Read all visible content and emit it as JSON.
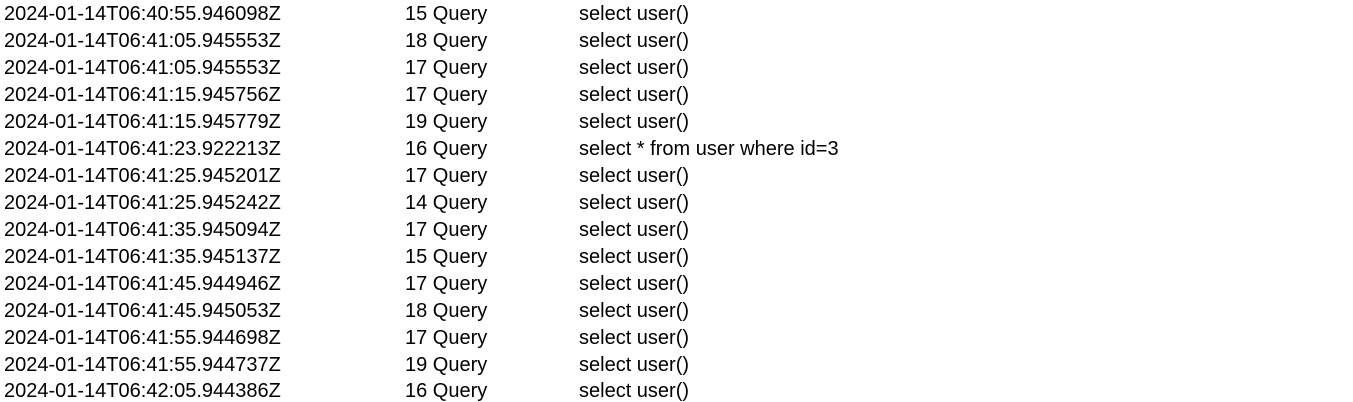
{
  "log": {
    "rows": [
      {
        "time": "2024-01-14T06:40:55.946098Z",
        "thread": "15 Query",
        "argument": "select user()"
      },
      {
        "time": "2024-01-14T06:41:05.945553Z",
        "thread": "18 Query",
        "argument": "select user()"
      },
      {
        "time": "2024-01-14T06:41:05.945553Z",
        "thread": "17 Query",
        "argument": "select user()"
      },
      {
        "time": "2024-01-14T06:41:15.945756Z",
        "thread": "17 Query",
        "argument": "select user()"
      },
      {
        "time": "2024-01-14T06:41:15.945779Z",
        "thread": "19 Query",
        "argument": "select user()"
      },
      {
        "time": "2024-01-14T06:41:23.922213Z",
        "thread": "16 Query",
        "argument": "select * from user where id=3"
      },
      {
        "time": "2024-01-14T06:41:25.945201Z",
        "thread": "17 Query",
        "argument": "select user()"
      },
      {
        "time": "2024-01-14T06:41:25.945242Z",
        "thread": "14 Query",
        "argument": "select user()"
      },
      {
        "time": "2024-01-14T06:41:35.945094Z",
        "thread": "17 Query",
        "argument": "select user()"
      },
      {
        "time": "2024-01-14T06:41:35.945137Z",
        "thread": "15 Query",
        "argument": "select user()"
      },
      {
        "time": "2024-01-14T06:41:45.944946Z",
        "thread": "17 Query",
        "argument": "select user()"
      },
      {
        "time": "2024-01-14T06:41:45.945053Z",
        "thread": "18 Query",
        "argument": "select user()"
      },
      {
        "time": "2024-01-14T06:41:55.944698Z",
        "thread": "17 Query",
        "argument": "select user()"
      },
      {
        "time": "2024-01-14T06:41:55.944737Z",
        "thread": "19 Query",
        "argument": "select user()"
      },
      {
        "time": "2024-01-14T06:42:05.944386Z",
        "thread": "16 Query",
        "argument": "select user()"
      }
    ]
  }
}
